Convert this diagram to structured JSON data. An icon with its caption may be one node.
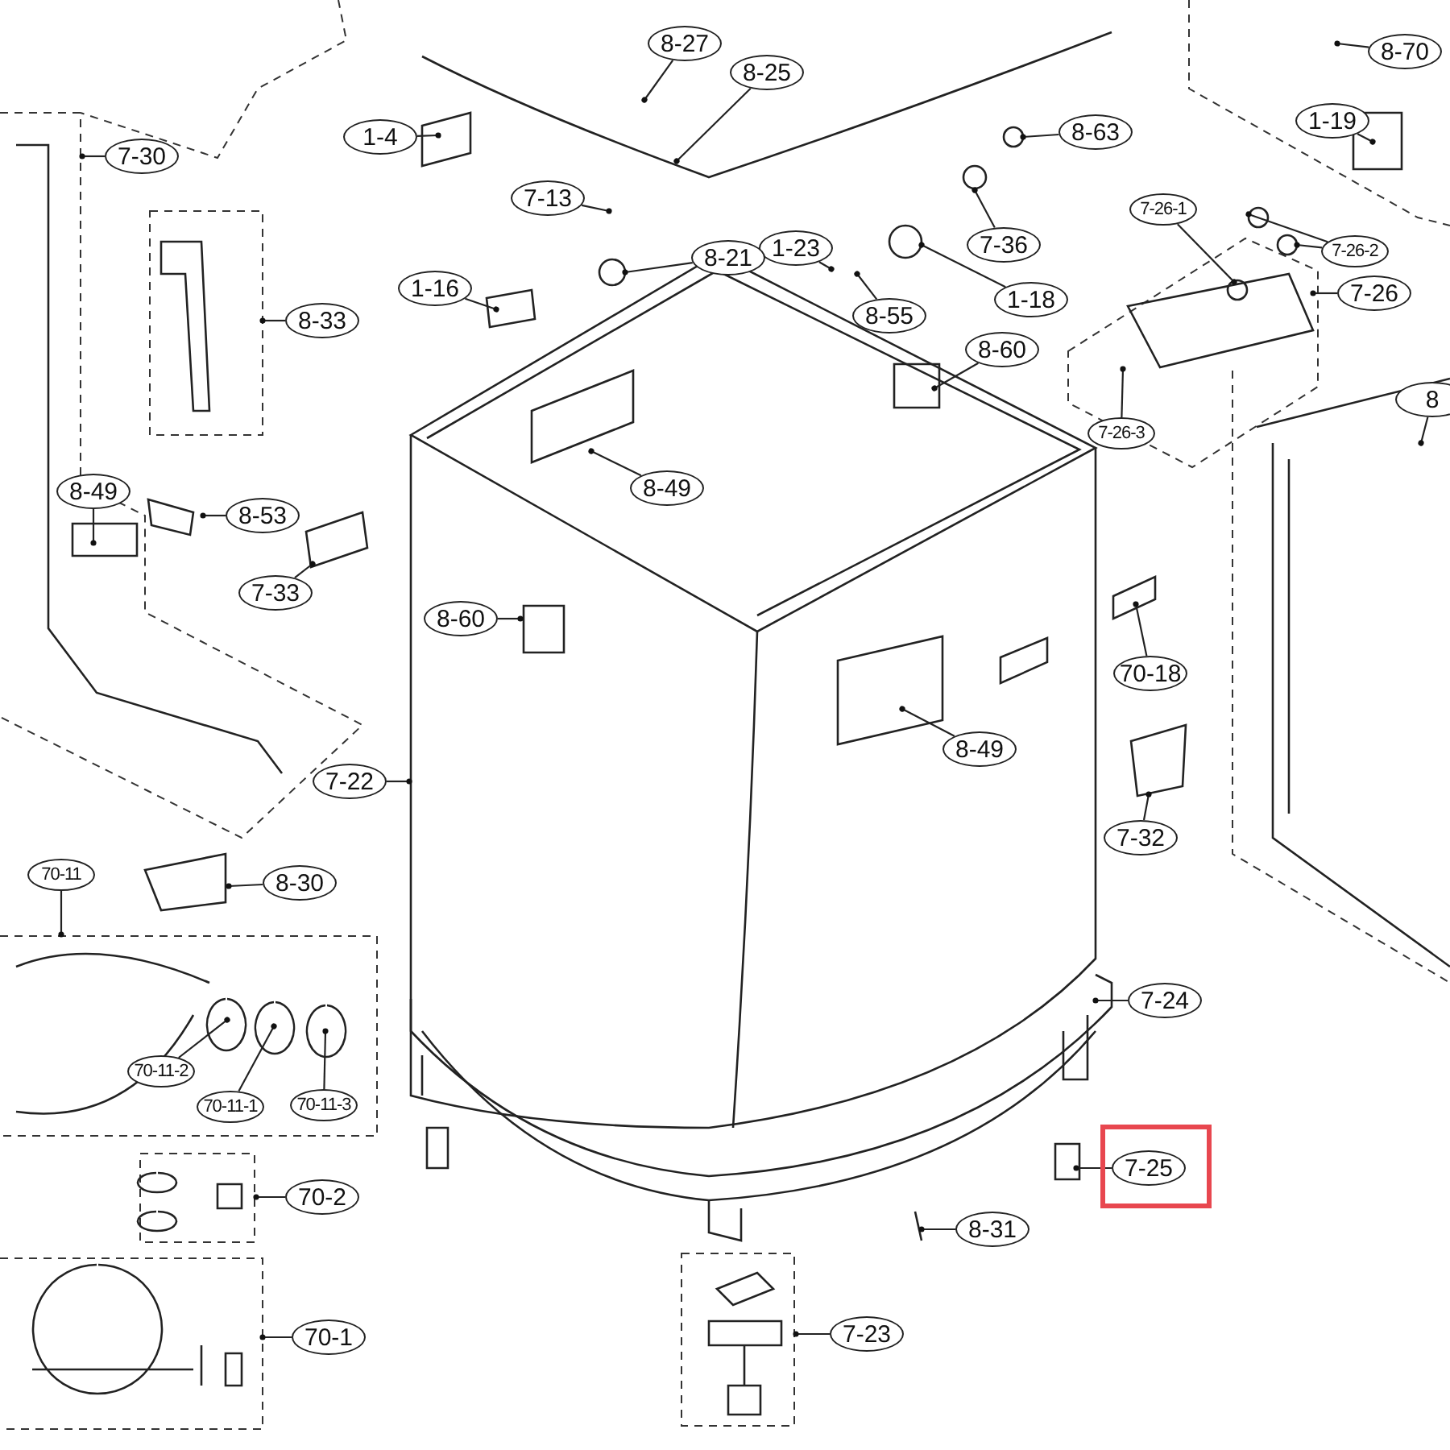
{
  "diagram": {
    "nodes": [
      {
        "text": [
          "8-27"
        ]
      },
      {
        "text": [
          "8-70"
        ]
      },
      {
        "text": [
          "8-25"
        ]
      },
      {
        "text": [
          "8-63"
        ]
      },
      {
        "text": [
          "1-4"
        ]
      },
      {
        "text": [
          "1-19"
        ]
      },
      {
        "text": [
          "7-13"
        ]
      },
      {
        "text": [
          "7-26-1"
        ]
      },
      {
        "text": [
          "7-36"
        ]
      },
      {
        "text": [
          "1-23"
        ]
      },
      {
        "text": [
          "8-21"
        ]
      },
      {
        "text": [
          "7-26-2"
        ]
      },
      {
        "text": [
          "1-16"
        ]
      },
      {
        "text": [
          "1-18"
        ]
      },
      {
        "text": [
          "8-55"
        ]
      },
      {
        "text": [
          "7-26"
        ]
      },
      {
        "text": [
          "8-33"
        ]
      },
      {
        "text": [
          "7-30"
        ]
      },
      {
        "text": [
          "8-60"
        ]
      },
      {
        "text": [
          "8"
        ]
      },
      {
        "text": [
          "7-26-3"
        ]
      },
      {
        "text": [
          "8-49"
        ]
      },
      {
        "text": [
          "8-49"
        ]
      },
      {
        "text": [
          "8-53"
        ]
      },
      {
        "text": [
          "7-33"
        ]
      },
      {
        "text": [
          "8-60"
        ]
      },
      {
        "text": [
          "70-18"
        ]
      },
      {
        "text": [
          "8-49"
        ]
      },
      {
        "text": [
          "7-22"
        ]
      },
      {
        "text": [
          "7-32"
        ]
      },
      {
        "text": [
          "70-11"
        ]
      },
      {
        "text": [
          "8-30"
        ]
      },
      {
        "text": [
          "7-24"
        ]
      },
      {
        "text": [
          "70-11-2"
        ]
      },
      {
        "text": [
          "70-11-1"
        ]
      },
      {
        "text": [
          "70-11-3"
        ]
      },
      {
        "text": [],
        "shape": "box"
      },
      {
        "text": [
          "7-25"
        ],
        "in": 36
      },
      {
        "text": [
          "70-2"
        ]
      },
      {
        "text": [
          "8-31"
        ]
      },
      {
        "text": [
          "7-23"
        ]
      },
      {
        "text": [
          "70-1"
        ]
      }
    ],
    "edges": [
      {
        "from": 0,
        "to": null,
        "arrow": "other"
      },
      {
        "from": 1,
        "to": null,
        "arrow": "other"
      },
      {
        "from": 2,
        "to": null,
        "arrow": "other"
      },
      {
        "from": 3,
        "to": null,
        "arrow": "other"
      },
      {
        "from": 4,
        "to": null,
        "arrow": "other"
      },
      {
        "from": 5,
        "to": null,
        "arrow": "other"
      },
      {
        "from": 6,
        "to": null,
        "arrow": "other"
      },
      {
        "from": 7,
        "to": null,
        "arrow": "other"
      },
      {
        "from": 8,
        "to": null,
        "arrow": "other"
      },
      {
        "from": 9,
        "to": null,
        "arrow": "other"
      },
      {
        "from": 10,
        "to": null,
        "arrow": "other"
      },
      {
        "from": 11,
        "to": null,
        "arrow": "other"
      },
      {
        "from": 11,
        "to": null,
        "arrow": "other"
      },
      {
        "from": 12,
        "to": null,
        "arrow": "other"
      },
      {
        "from": 13,
        "to": null,
        "arrow": "other"
      },
      {
        "from": 14,
        "to": null,
        "arrow": "other"
      },
      {
        "from": 15,
        "to": null,
        "arrow": "other"
      },
      {
        "from": 16,
        "to": null,
        "arrow": "other"
      },
      {
        "from": 17,
        "to": null,
        "arrow": "other"
      },
      {
        "from": 18,
        "to": null,
        "arrow": "other"
      },
      {
        "from": 19,
        "to": null,
        "arrow": "other"
      },
      {
        "from": 20,
        "to": null,
        "arrow": "other"
      },
      {
        "from": 21,
        "to": null,
        "arrow": "other"
      },
      {
        "from": 22,
        "to": null,
        "arrow": "other"
      },
      {
        "from": 23,
        "to": null,
        "arrow": "other"
      },
      {
        "from": 24,
        "to": null,
        "arrow": "other"
      },
      {
        "from": 25,
        "to": null,
        "arrow": "other"
      },
      {
        "from": 26,
        "to": null,
        "arrow": "other"
      },
      {
        "from": 27,
        "to": null,
        "arrow": "other"
      },
      {
        "from": 28,
        "to": null,
        "arrow": "other"
      },
      {
        "from": 29,
        "to": null,
        "arrow": "other"
      },
      {
        "from": 30,
        "to": null,
        "arrow": "other"
      },
      {
        "from": 31,
        "to": null,
        "arrow": "other"
      },
      {
        "from": 32,
        "to": null,
        "arrow": "other"
      },
      {
        "from": 33,
        "to": null,
        "arrow": "other"
      },
      {
        "from": 34,
        "to": null,
        "arrow": "other"
      },
      {
        "from": 35,
        "to": null,
        "arrow": "other"
      },
      {
        "from": 37,
        "to": null,
        "arrow": "other"
      },
      {
        "from": 38,
        "to": null,
        "arrow": "other"
      },
      {
        "from": 39,
        "to": null,
        "arrow": "other"
      },
      {
        "from": 40,
        "to": null,
        "arrow": "other"
      },
      {
        "from": 41,
        "to": null,
        "arrow": "other"
      }
    ]
  }
}
